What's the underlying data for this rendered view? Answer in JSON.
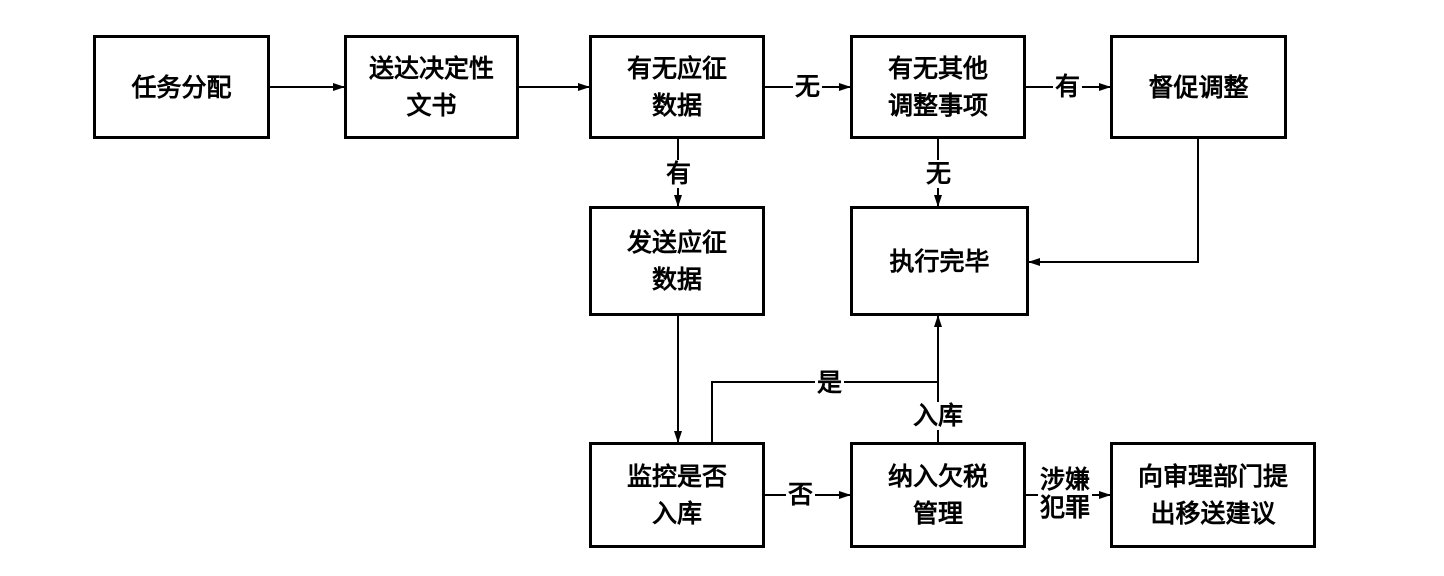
{
  "nodes": {
    "assign": "任务分配",
    "deliver": "送达决定性\n文书",
    "has_data": "有无应征\n数据",
    "other_items": "有无其他\n调整事项",
    "urge": "督促调整",
    "send_data": "发送应征\n数据",
    "done": "执行完毕",
    "monitor": "监控是否\n入库",
    "arrears": "纳入欠税\n管理",
    "transfer": "向审理部门提\n出移送建议"
  },
  "edge_labels": {
    "none_1": "无",
    "has_1": "有",
    "has_2": "有",
    "none_2": "无",
    "yes": "是",
    "stored": "入库",
    "no": "否",
    "crime": "涉嫌\n犯罪"
  }
}
